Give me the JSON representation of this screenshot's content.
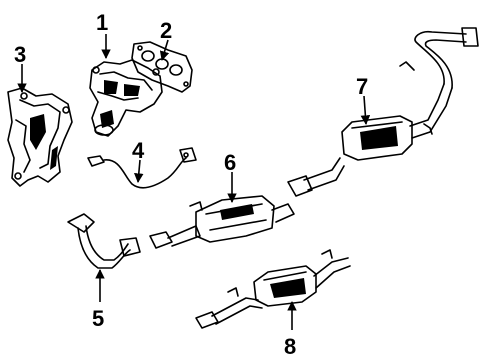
{
  "callouts": {
    "c1": "1",
    "c2": "2",
    "c3": "3",
    "c4": "4",
    "c5": "5",
    "c6": "6",
    "c7": "7",
    "c8": "8"
  }
}
